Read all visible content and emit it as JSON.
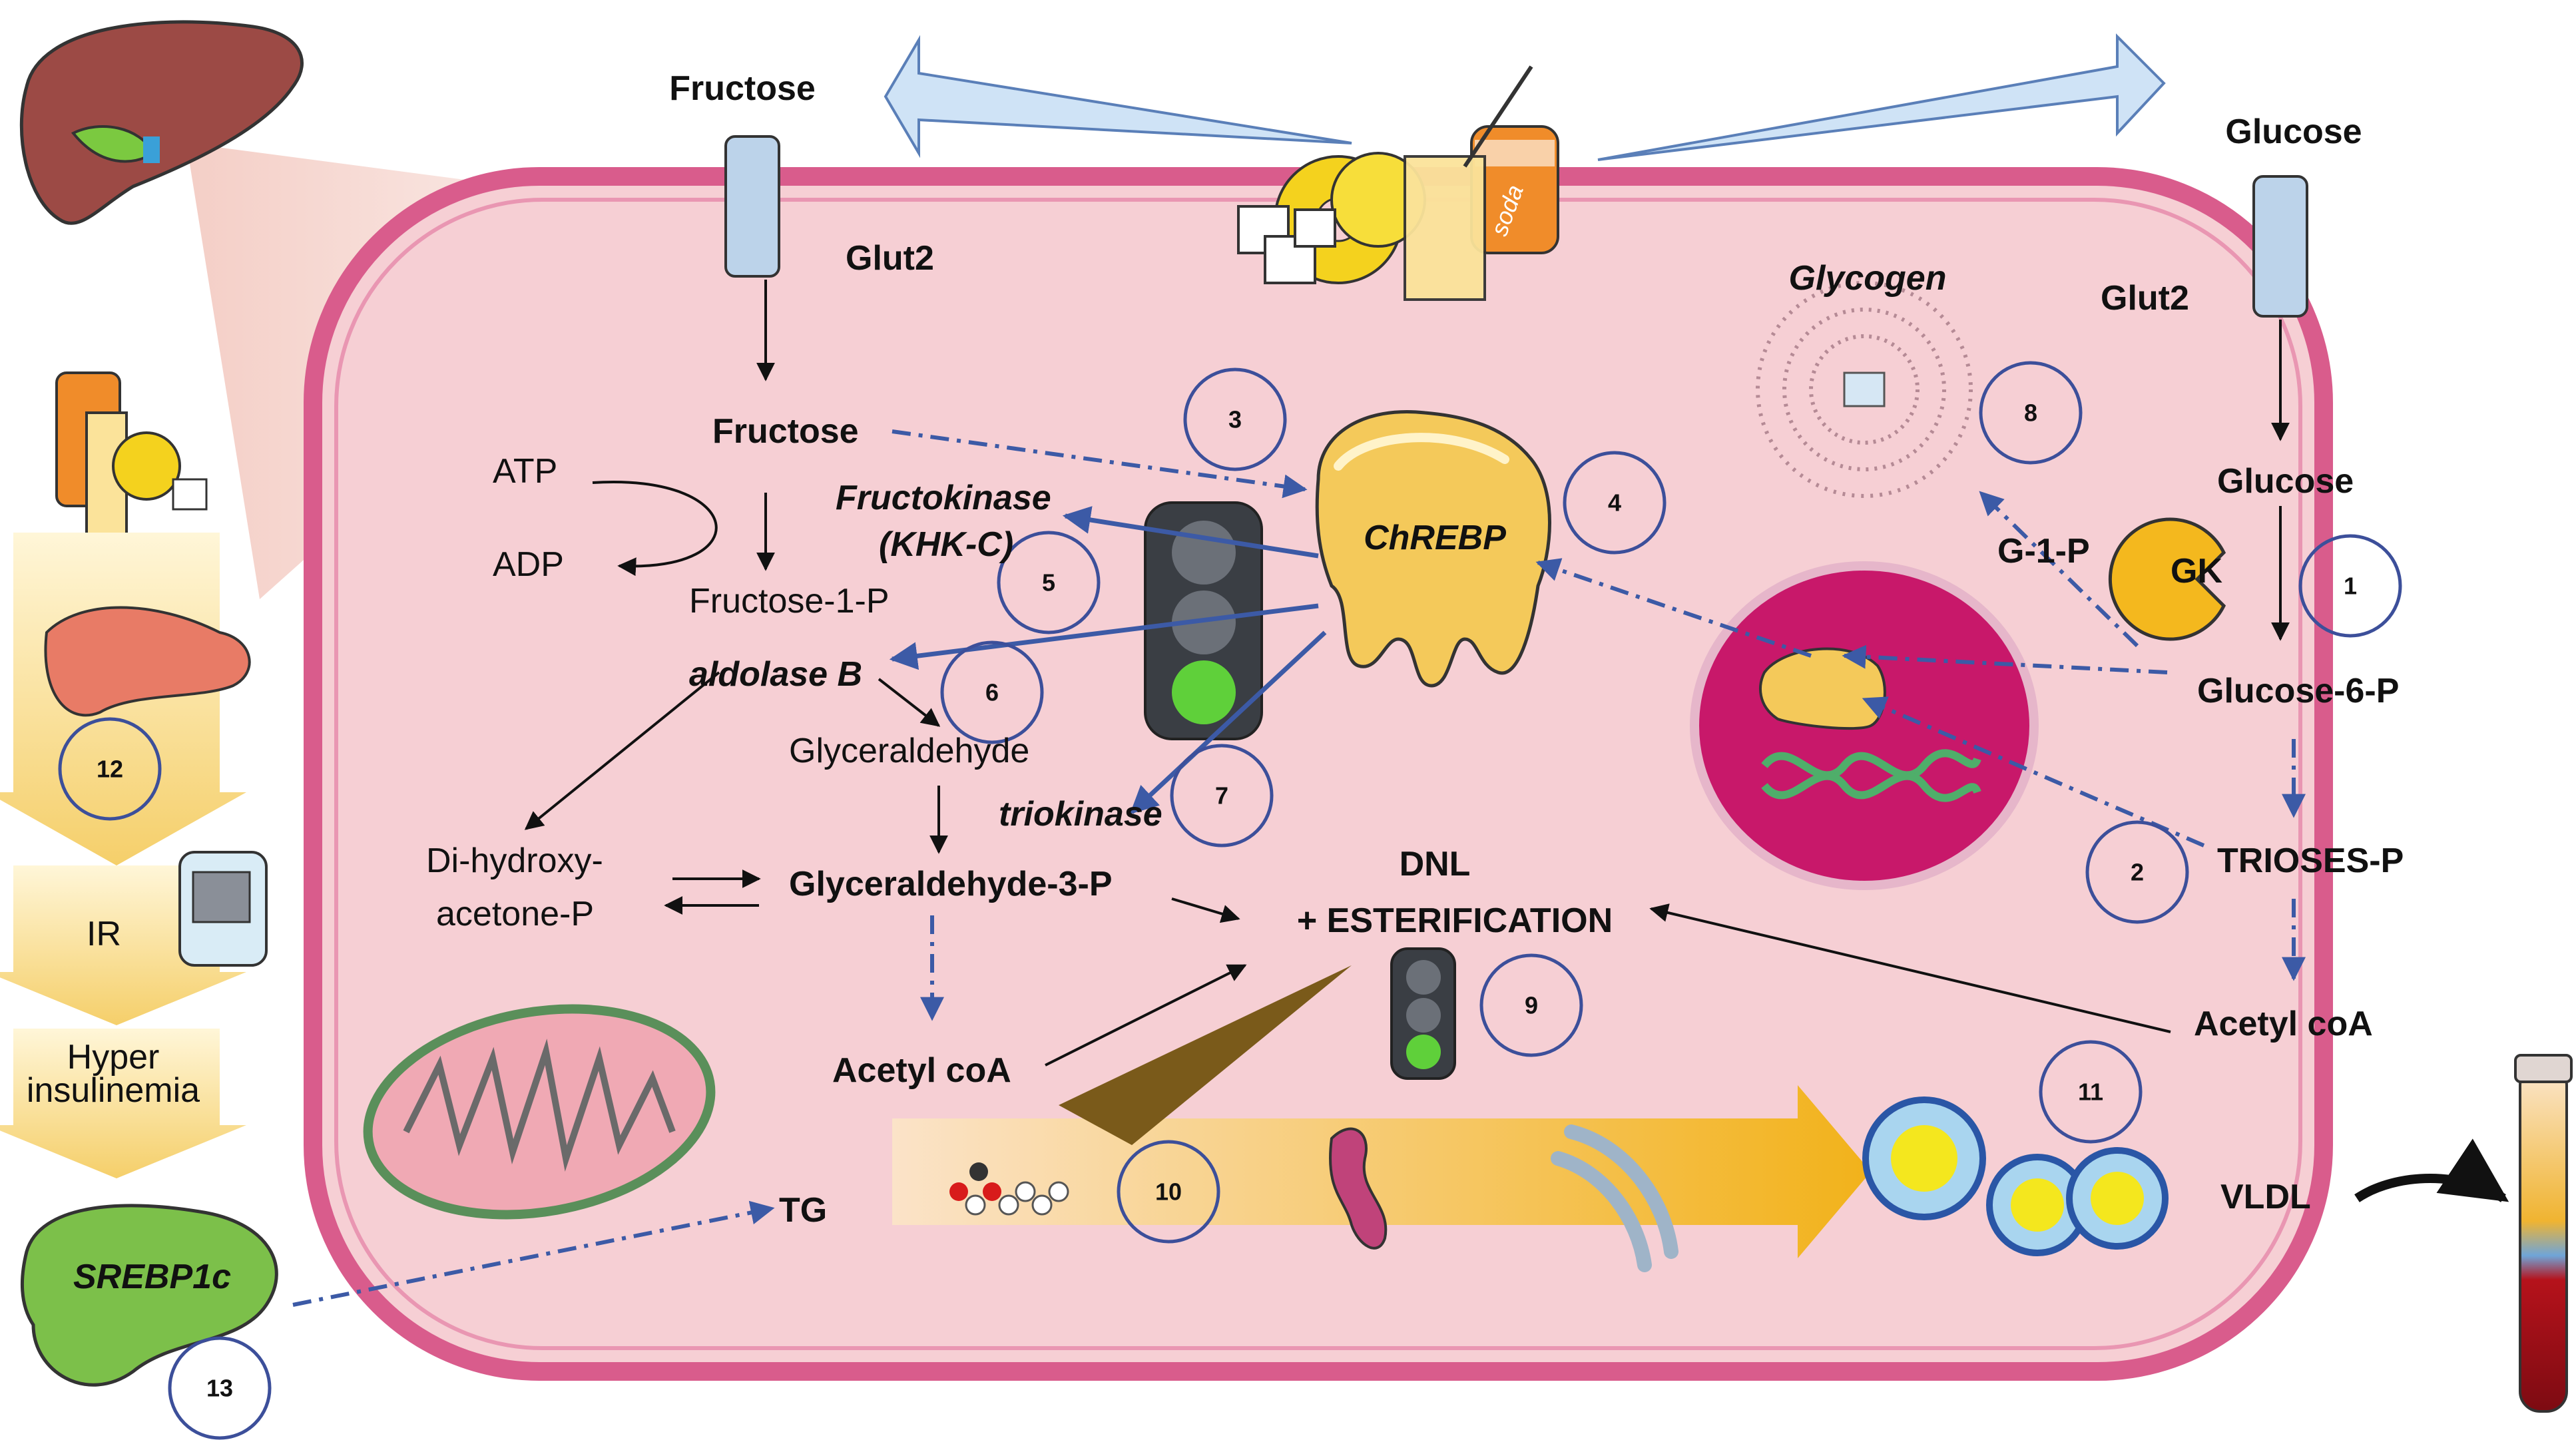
{
  "labels": {
    "fructose_top": "Fructose",
    "glucose_top": "Glucose",
    "glut2_left": "Glut2",
    "glut2_right": "Glut2",
    "glycogen": "Glycogen",
    "fructose": "Fructose",
    "atp": "ATP",
    "adp": "ADP",
    "fructose_1p": "Fructose-1-P",
    "fructokinase_line1": "Fructokinase",
    "fructokinase_line2": "(KHK-C)",
    "aldolase_b": "aldolase B",
    "glyceraldehyde": "Glyceraldehyde",
    "triokinase": "triokinase",
    "dhap_line1": "Di-hydroxy-",
    "dhap_line2": "acetone-P",
    "glyceraldehyde_3p": "Glyceraldehyde-3-P",
    "acetyl_coa_left": "Acetyl coA",
    "dnl": "DNL",
    "esterification": "+ ESTERIFICATION",
    "chrebp": "ChREBP",
    "g1p": "G-1-P",
    "glucose": "Glucose",
    "gk": "GK",
    "glucose_6p": "Glucose-6-P",
    "trioses_p": "TRIOSES-P",
    "acetyl_coa_right": "Acetyl coA",
    "tg": "TG",
    "vldl": "VLDL",
    "srebp1c": "SREBP1c",
    "ir": "IR",
    "hyper_line1": "Hyper",
    "hyper_line2": "insulinemia",
    "soda": "soda"
  },
  "step_numbers": [
    "1",
    "2",
    "3",
    "4",
    "5",
    "6",
    "7",
    "8",
    "9",
    "10",
    "11",
    "12",
    "13"
  ],
  "colors": {
    "cell_fill": "#f6cfd4",
    "membrane": "#d95c8c",
    "arrow_blue": "#3c5aa6",
    "circle_stroke": "#3c4f9a",
    "chrebp_fill": "#f4c95a",
    "light_green": "#5fd03a",
    "flow_arrow": "#f2b21a",
    "srebp_green": "#7cc04a"
  }
}
